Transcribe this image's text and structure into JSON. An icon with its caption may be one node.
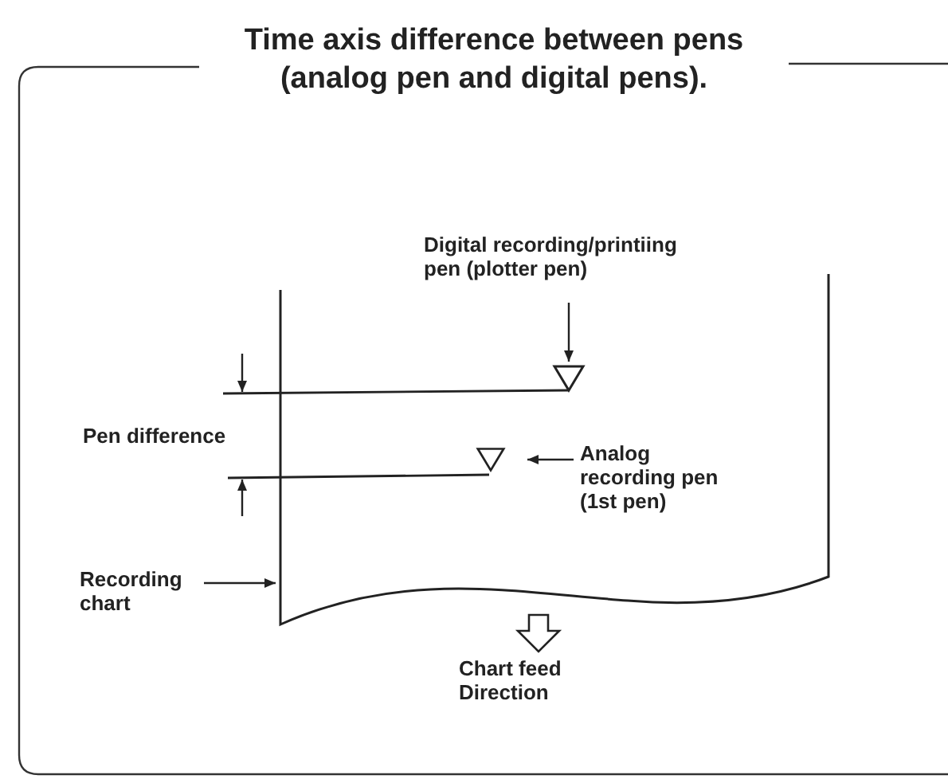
{
  "diagram": {
    "title": "Time axis difference between pens (analog pen and digital pens).",
    "nodes": [
      {
        "text": [
          "Digital recording/printiing pen (plotter pen)"
        ]
      },
      {
        "text": [],
        "shape": "triangle",
        "in": 5
      },
      {
        "text": [],
        "shape": "triangle",
        "in": 5
      },
      {
        "text": [
          "Analog recording pen (1st pen)"
        ],
        "in": 5
      },
      {
        "text": [
          "Recording chart"
        ]
      },
      {
        "text": [],
        "shape": "box"
      },
      {
        "text": [
          "Chart feed Direction"
        ]
      }
    ],
    "edges": [
      {
        "from": 0,
        "to": 1,
        "arrow": "to"
      },
      {
        "from": 3,
        "to": 2,
        "arrow": "to"
      },
      {
        "from": 4,
        "to": 5,
        "arrow": "to"
      },
      {
        "from": 5,
        "to": 6,
        "arrow": "to"
      }
    ],
    "labels": [
      "Pen difference"
    ]
  }
}
